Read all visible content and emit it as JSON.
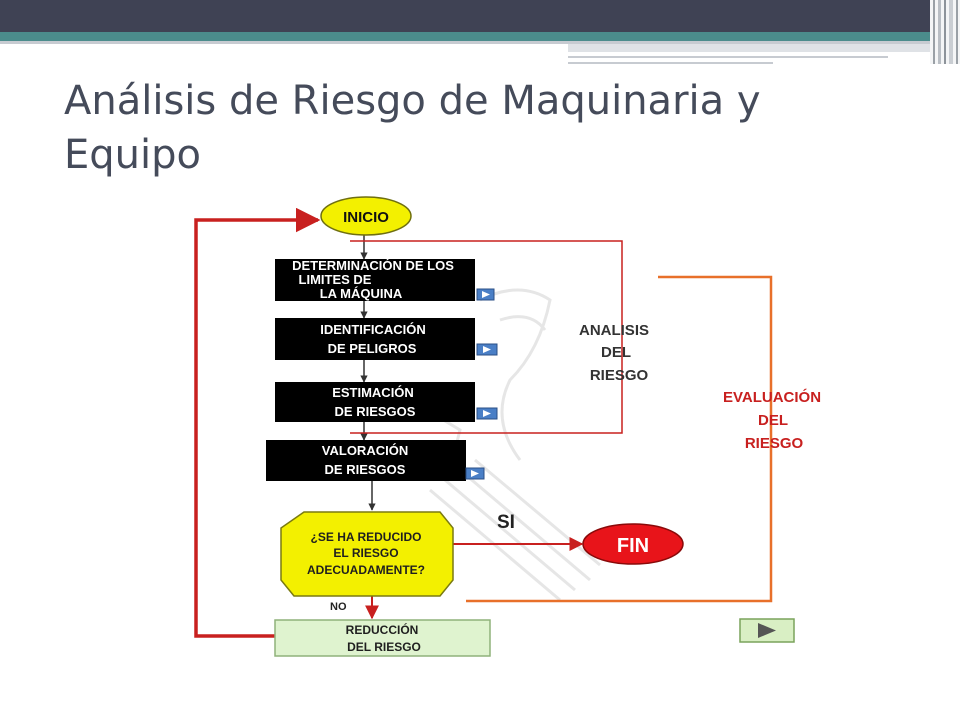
{
  "slide": {
    "title": "Análisis de Riesgo de Maquinaria y Equipo"
  },
  "flowchart": {
    "start": "INICIO",
    "steps": [
      [
        "DETERMINACIÓN DE LOS",
        "LIMITES DE",
        "LA MÁQUINA"
      ],
      [
        "IDENTIFICACIÓN",
        "DE PELIGROS"
      ],
      [
        "ESTIMACIÓN",
        "DE RIESGOS"
      ],
      [
        "VALORACIÓN",
        "DE RIESGOS"
      ]
    ],
    "decision": [
      "¿SE HA REDUCIDO",
      "EL RIESGO",
      "ADECUADAMENTE?"
    ],
    "yes_label": "SI",
    "no_label": "NO",
    "end": "FIN",
    "reduction": [
      "REDUCCIÓN",
      "DEL RIESGO"
    ],
    "analysis_label": [
      "ANALISIS",
      "DEL",
      "RIESGO"
    ],
    "evaluation_label": [
      "EVALUACIÓN",
      "DEL",
      "RIESGO"
    ]
  },
  "colors": {
    "red": "#c8201f",
    "orange": "#e8702a",
    "yellow": "#f3f000",
    "fin": "#e8141a",
    "reduction_fill": "#dff3cf",
    "box_fill": "#000000"
  },
  "icons": {
    "step_link": "play-icon",
    "next_slide": "next-slide-icon"
  }
}
